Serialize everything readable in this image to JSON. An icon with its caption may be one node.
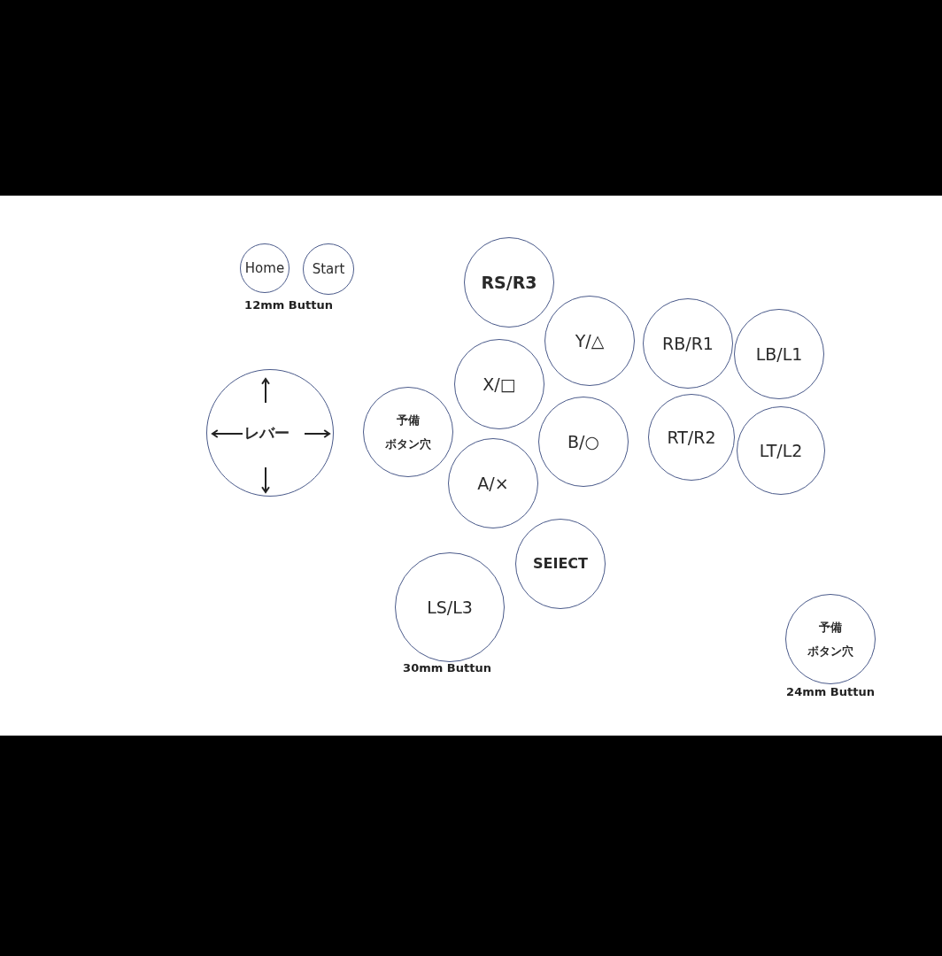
{
  "diagram": {
    "nodes": [
      {
        "text": [
          "Home"
        ]
      },
      {
        "text": [
          "Start"
        ]
      },
      {
        "text": [
          "RS/R3"
        ]
      },
      {
        "text": [
          "Y/△"
        ]
      },
      {
        "text": [
          "RB/R1"
        ]
      },
      {
        "text": [
          "LB/L1"
        ]
      },
      {
        "text": [
          "X/□"
        ]
      },
      {
        "text": [
          "レバー"
        ]
      },
      {
        "text": [
          "予備",
          "ボタン穴"
        ]
      },
      {
        "text": [
          "B/○"
        ]
      },
      {
        "text": [
          "RT/R2"
        ]
      },
      {
        "text": [
          "LT/L2"
        ]
      },
      {
        "text": [
          "A/×"
        ]
      },
      {
        "text": [
          "SEIECT"
        ]
      },
      {
        "text": [
          "LS/L3"
        ]
      },
      {
        "text": [
          "予備",
          "ボタン穴"
        ]
      }
    ],
    "labels": [
      "12mm Buttun",
      "30mm Buttun",
      "24mm Buttun"
    ]
  }
}
